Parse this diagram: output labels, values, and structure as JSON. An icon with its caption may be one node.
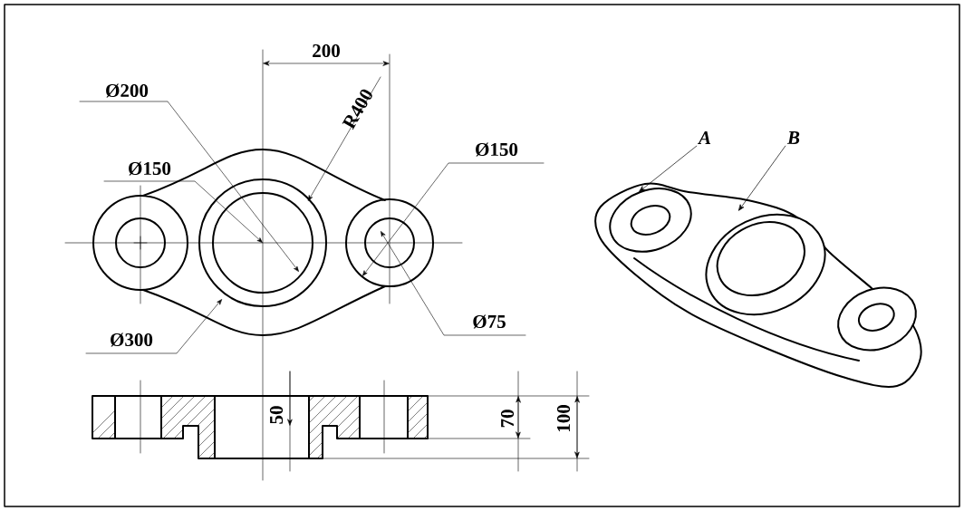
{
  "diagram": {
    "nodes": [
      {
        "text": [
          "A"
        ]
      },
      {
        "text": [
          "B"
        ]
      }
    ],
    "edges": [
      {
        "from": 0,
        "to": null,
        "arrow": "to"
      },
      {
        "from": 1,
        "to": null,
        "arrow": "to"
      }
    ],
    "labels": [
      "200",
      "Ø200",
      "R400",
      "Ø150",
      "Ø150",
      "Ø75",
      "Ø300",
      "50",
      "70",
      "100"
    ]
  }
}
